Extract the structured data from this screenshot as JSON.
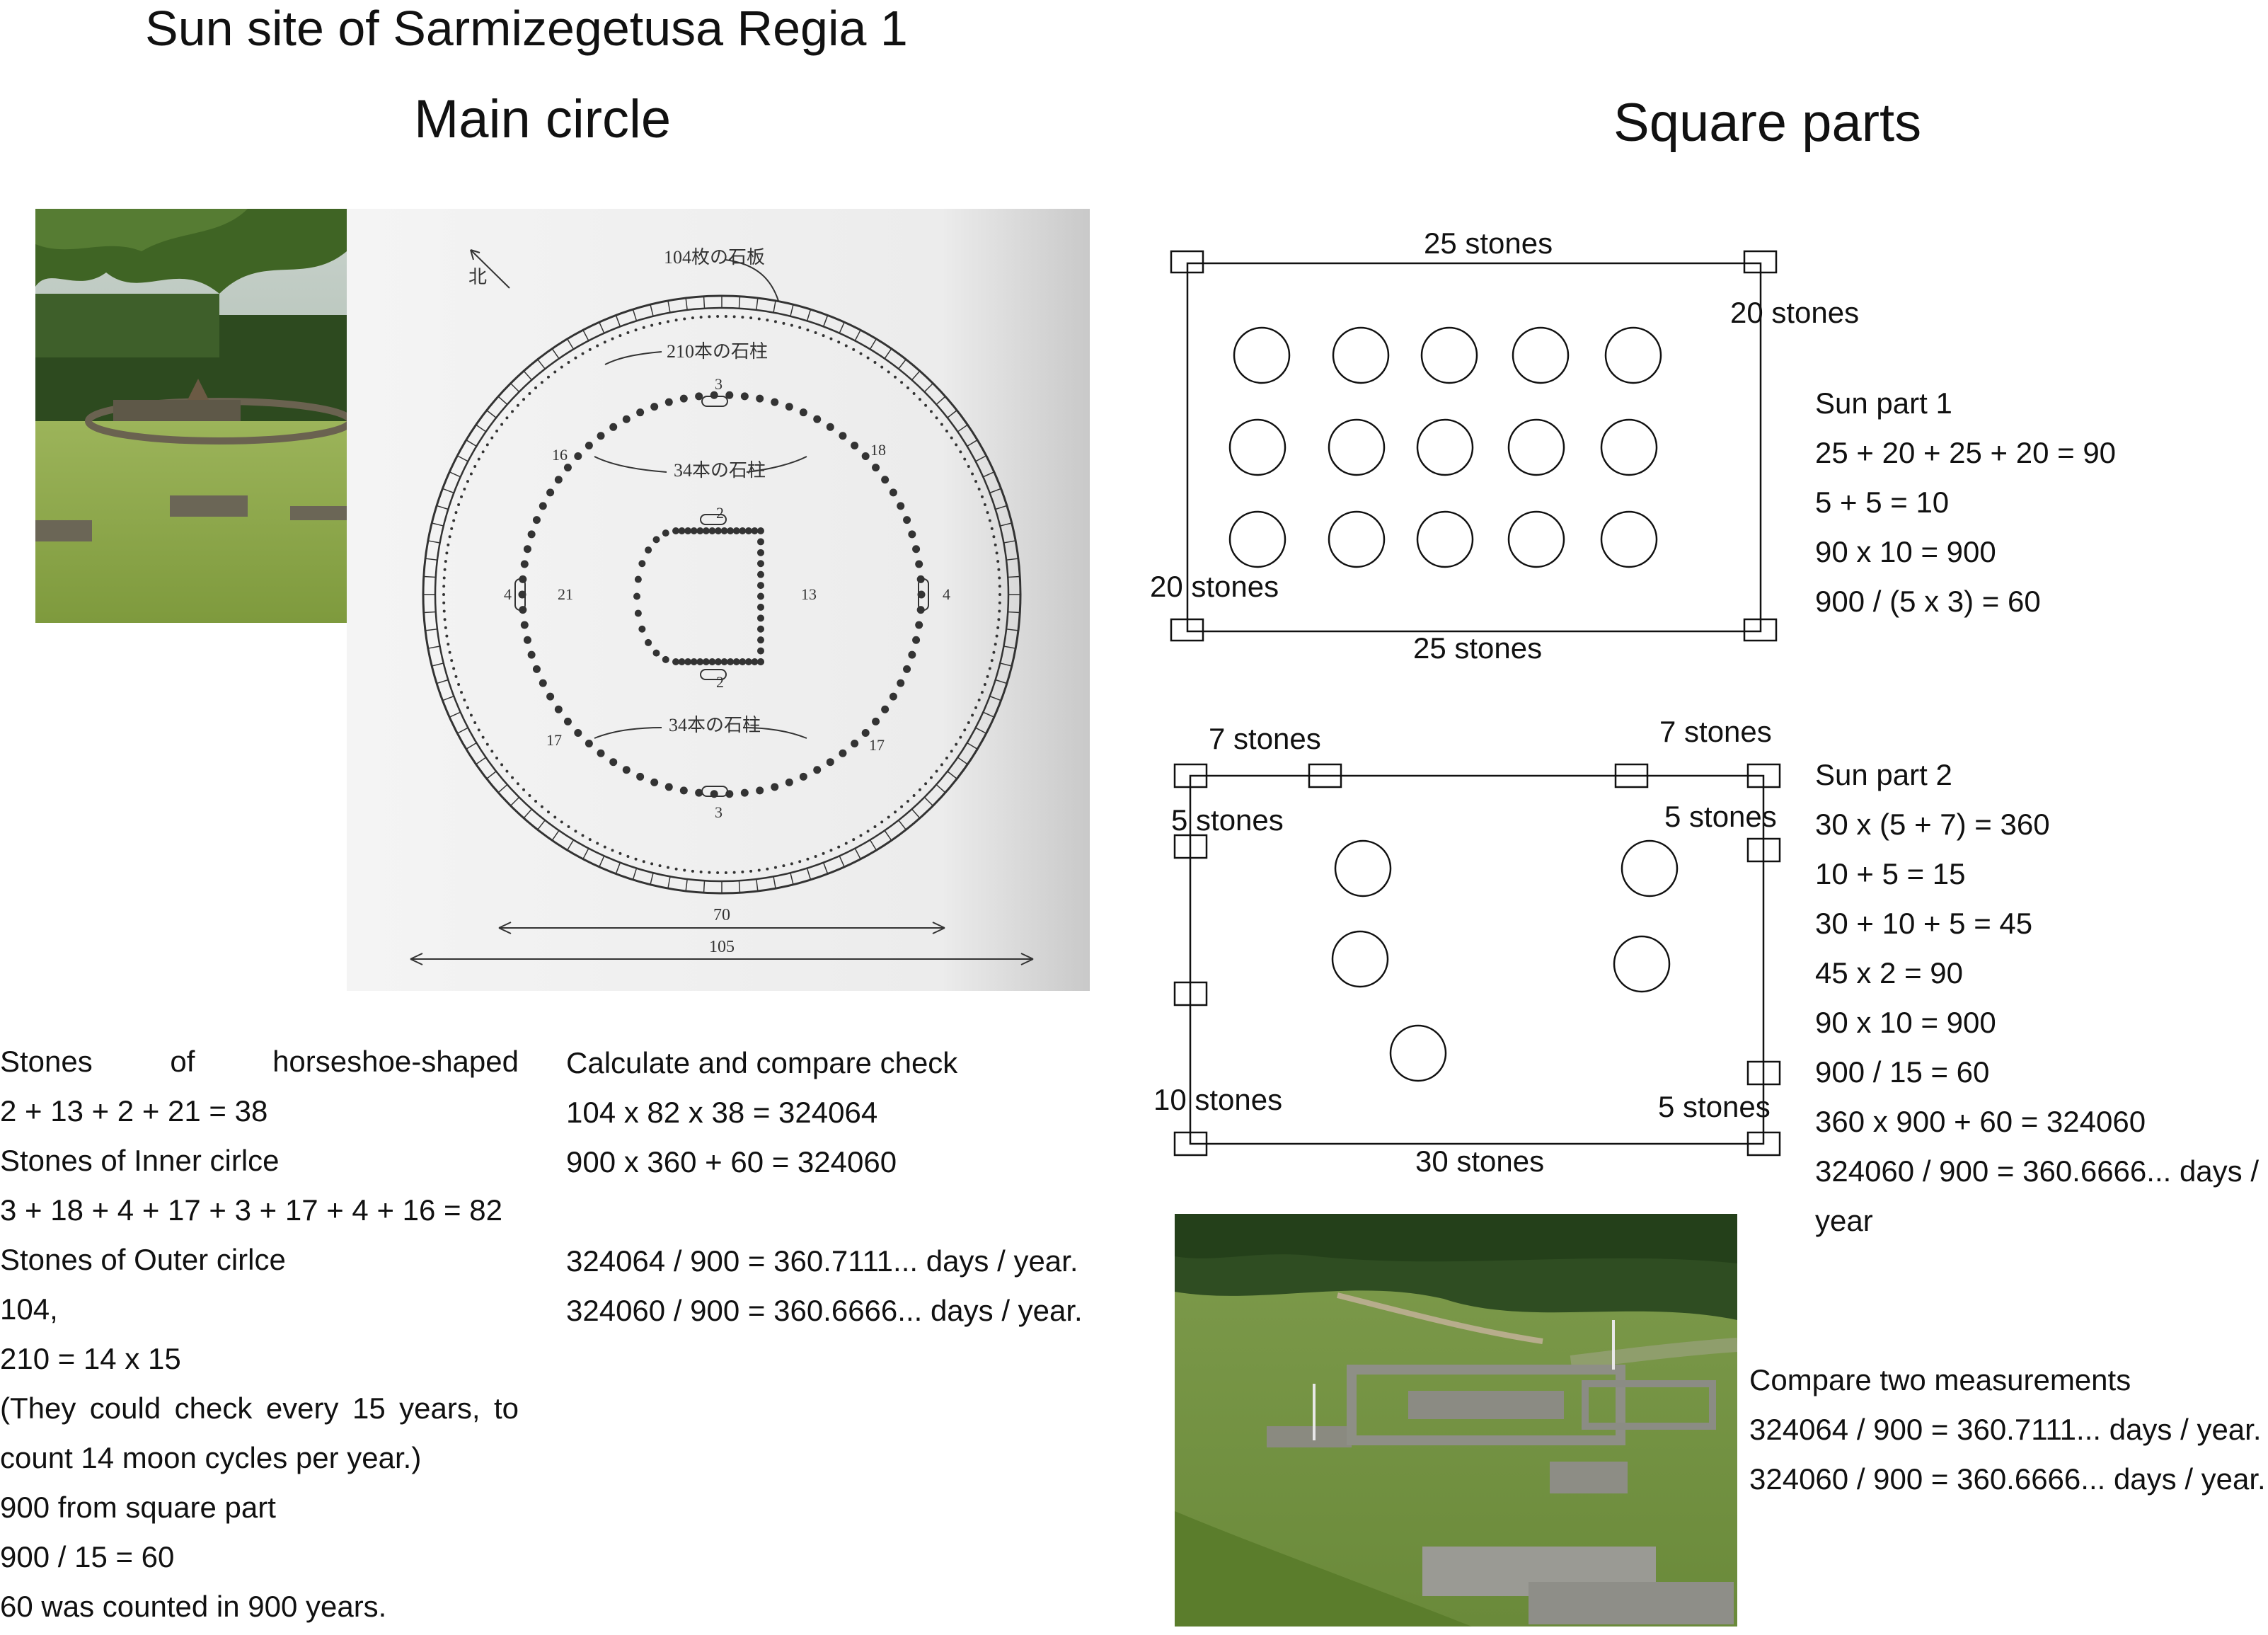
{
  "header": {
    "title": "Sun site of Sarmizegetusa Regia 1",
    "main_circle_heading": "Main circle",
    "square_parts_heading": "Square parts"
  },
  "circle_diagram": {
    "north": "北",
    "outer_plates": "104枚の石板",
    "outer_pillars": "210本の石柱",
    "inner_upper": "34本の石柱",
    "inner_lower": "34本の石柱",
    "n_top": "3",
    "n_bottom": "3",
    "n_left_top": "16",
    "n_right_top": "18",
    "n_left_bottom": "17",
    "n_right_bottom": "17",
    "n_left": "4",
    "n_right": "4",
    "hs_top": "2",
    "hs_bottom": "2",
    "hs_left": "21",
    "hs_right": "13",
    "dim_inner": "70",
    "dim_outer": "105"
  },
  "left_notes": {
    "lines": [
      "Stones of horseshoe-shaped",
      "2 + 13 + 2 + 21 = 38",
      "Stones of Inner cirlce",
      "3 + 18 + 4 + 17 + 3 + 17 + 4 + 16 = 82",
      "Stones of Outer cirlce",
      "104,",
      "210 = 14 x 15",
      "(They could check every 15 years, to",
      "count 14 moon cycles per year.)",
      "900 from square part",
      "900 / 15 = 60",
      "60 was counted in 900 years."
    ]
  },
  "middle_notes": {
    "lines": [
      "Calculate and compare check",
      "104 x 82 x 38 = 324064",
      "900 x 360  + 60 = 324060",
      "",
      "324064 / 900 = 360.7111... days / year.",
      "324060 / 900 = 360.6666... days / year."
    ]
  },
  "sun_part_1": {
    "top": "25 stones",
    "right": "20 stones",
    "left": "20 stones",
    "bottom": "25 stones",
    "lines": [
      "Sun part 1",
      "25 + 20 + 25 + 20 = 90",
      "5 + 5 = 10",
      "90 x 10 = 900",
      "900 / (5 x 3) = 60"
    ]
  },
  "sun_part_2": {
    "top_left": "7 stones",
    "top_right": "7 stones",
    "mid_left": "5 stones",
    "mid_right": "5 stones",
    "low_left": "10 stones",
    "low_right": "5 stones",
    "bottom": "30 stones",
    "lines": [
      "Sun part 2",
      "30 x (5 + 7) = 360",
      "10 + 5 = 15",
      "30 + 10 + 5 = 45",
      "45 x 2 = 90",
      "90 x 10 = 900",
      "900 / 15 = 60",
      "360 x 900 + 60 = 324060",
      "324060 / 900 = 360.6666... days /",
      "year"
    ]
  },
  "compare_notes": {
    "lines": [
      "Compare two measurements",
      "324064 / 900 = 360.7111... days / year.",
      "324060 / 900 = 360.6666... days / year."
    ]
  }
}
